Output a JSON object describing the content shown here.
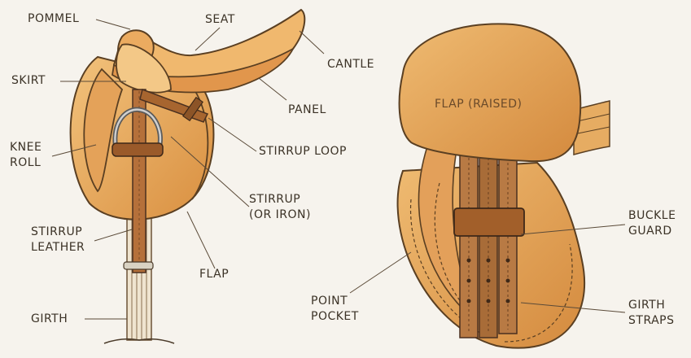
{
  "diagram": {
    "left_view": {
      "labels": {
        "pommel": "POMMEL",
        "seat": "SEAT",
        "cantle": "CANTLE",
        "skirt": "SKIRT",
        "panel": "PANEL",
        "knee_roll": [
          "KNEE",
          "ROLL"
        ],
        "stirrup_loop": "STIRRUP LOOP",
        "stirrup": [
          "STIRRUP",
          "(OR IRON)"
        ],
        "stirrup_leather": [
          "STIRRUP",
          "LEATHER"
        ],
        "flap": "FLAP",
        "girth": "GIRTH"
      }
    },
    "right_view": {
      "labels": {
        "flap_raised": "FLAP (RAISED)",
        "buckle_guard": [
          "BUCKLE",
          "GUARD"
        ],
        "point_pocket": [
          "POINT",
          "POCKET"
        ],
        "girth_straps": [
          "GIRTH",
          "STRAPS"
        ]
      }
    }
  }
}
